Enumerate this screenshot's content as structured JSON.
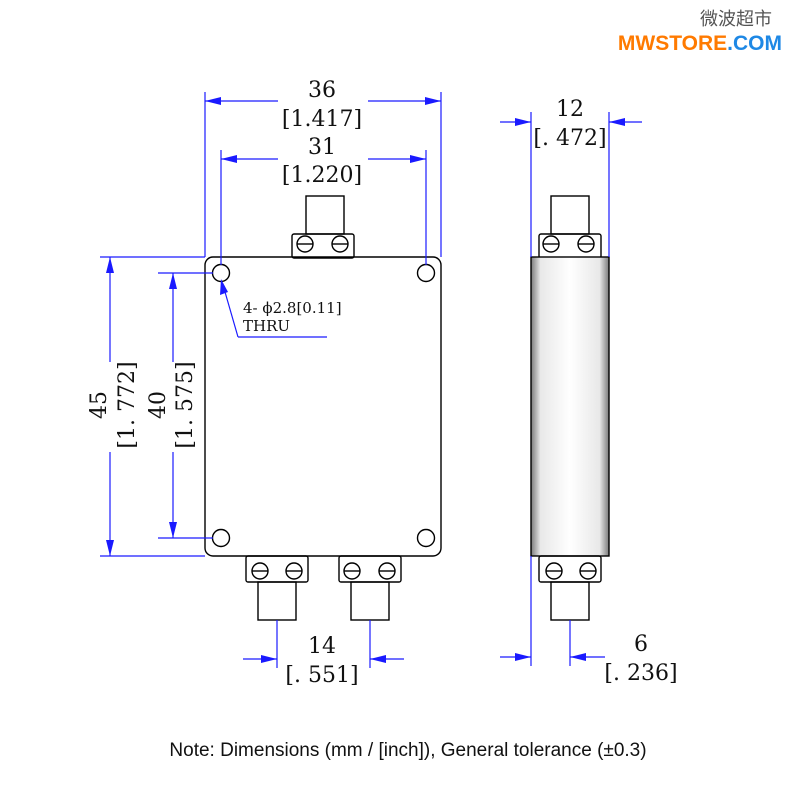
{
  "logo": {
    "chinese": "微波超市",
    "brand_mw": "MWSTORE",
    "brand_com": ".COM",
    "mw_color": "#ff7a00",
    "com_color": "#1e88e5"
  },
  "dimensions": {
    "width_outer_mm": "36",
    "width_outer_in": "[1.417]",
    "width_holes_mm": "31",
    "width_holes_in": "[1.220]",
    "height_outer_mm": "45",
    "height_outer_in": "[1. 772]",
    "height_holes_mm": "40",
    "height_holes_in": "[1. 575]",
    "depth_mm": "12",
    "depth_in": "[. 472]",
    "connector_pitch_mm": "14",
    "connector_pitch_in": "[. 551]",
    "connector_offset_mm": "6",
    "connector_offset_in": "[. 236]"
  },
  "callout": {
    "hole_spec": "4- ϕ2.8[0.11]",
    "hole_type": "THRU"
  },
  "note": "Note: Dimensions (mm / [inch]), General tolerance (±0.3)",
  "colors": {
    "dimension_line": "#1a1aff",
    "outline": "#000000",
    "body_fill": "#ffffff"
  }
}
